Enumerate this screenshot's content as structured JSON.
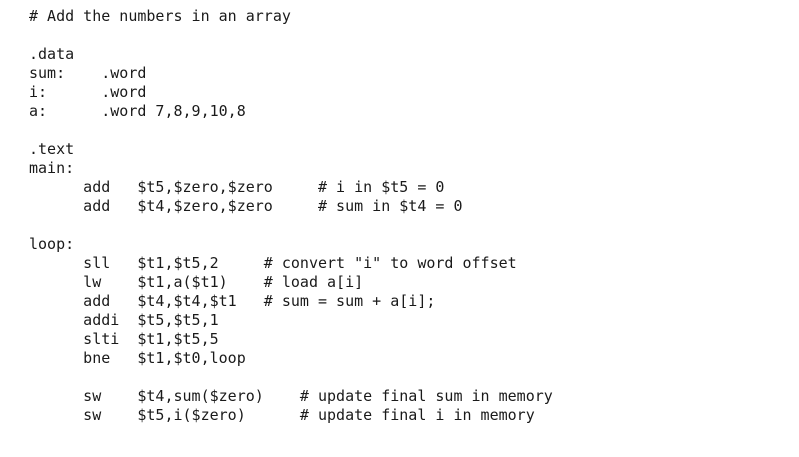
{
  "code_lines": [
    "# Add the numbers in an array",
    "",
    ".data",
    "sum:    .word",
    "i:      .word",
    "a:      .word 7,8,9,10,8",
    "",
    ".text",
    "main:",
    "      add   $t5,$zero,$zero     # i in $t5 = 0",
    "      add   $t4,$zero,$zero     # sum in $t4 = 0",
    "",
    "loop:",
    "      sll   $t1,$t5,2     # convert \"i\" to word offset",
    "      lw    $t1,a($t1)    # load a[i]",
    "      add   $t4,$t4,$t1   # sum = sum + a[i];",
    "      addi  $t5,$t5,1",
    "      slti  $t1,$t5,5",
    "      bne   $t1,$t0,loop",
    "",
    "      sw    $t4,sum($zero)    # update final sum in memory",
    "      sw    $t5,i($zero)      # update final i in memory"
  ]
}
